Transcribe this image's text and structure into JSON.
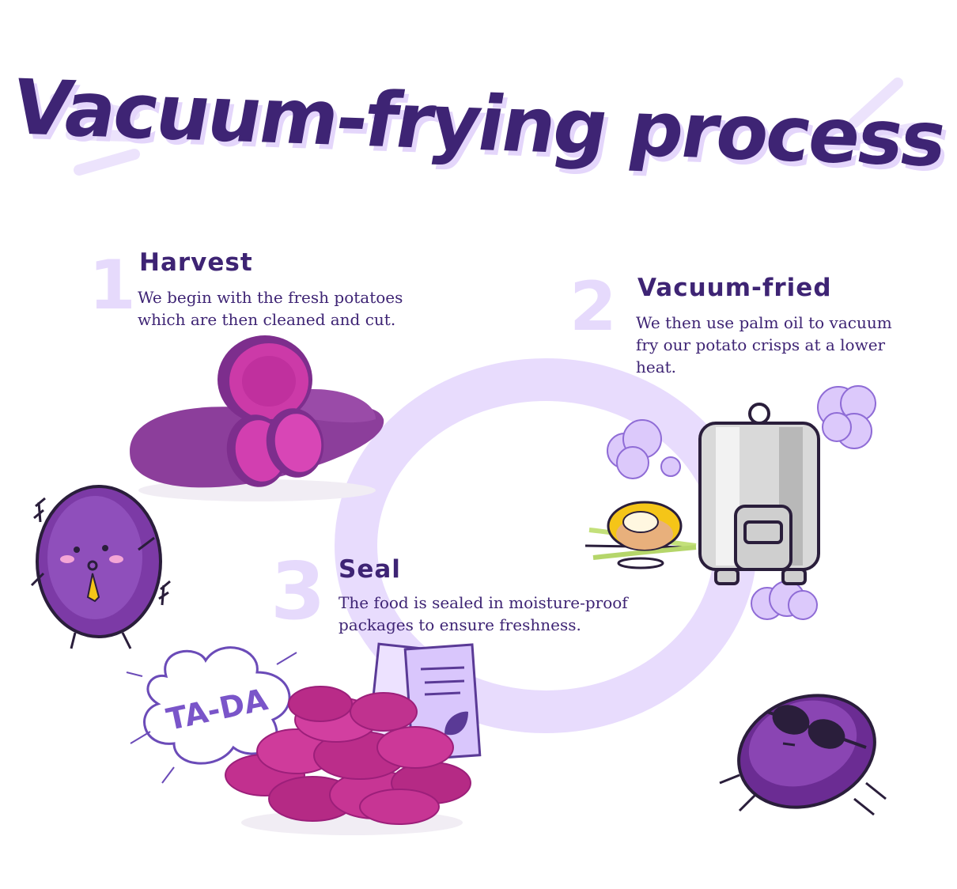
{
  "title": "Vacuum-frying process",
  "steps": [
    {
      "number": "1",
      "title": "Harvest",
      "description": "We begin with the fresh potatoes which are then cleaned and cut."
    },
    {
      "number": "2",
      "title": "Vacuum-fried",
      "description": "We then use palm oil to vacuum fry our potato crisps at a lower heat."
    },
    {
      "number": "3",
      "title": "Seal",
      "description": "The food is sealed in moisture-proof packages to ensure freshness."
    }
  ],
  "burst_text": "TA-DA",
  "colors": {
    "title": "#3e2474",
    "title_shadow": "#e4d6fb",
    "step_number": "#e6dafc",
    "loop": "#e8dcfd",
    "potato_purple": "#8a3fb0",
    "potato_flesh": "#c42a9e",
    "mascot": "#7c3aa6"
  },
  "icons": [
    "sweet-potato-image",
    "vacuum-fryer-icon",
    "palm-fruit-icon",
    "steam-cloud-icon",
    "mascot-potato-icon",
    "chips-pile-image",
    "package-icon",
    "sunglasses-potato-icon"
  ]
}
